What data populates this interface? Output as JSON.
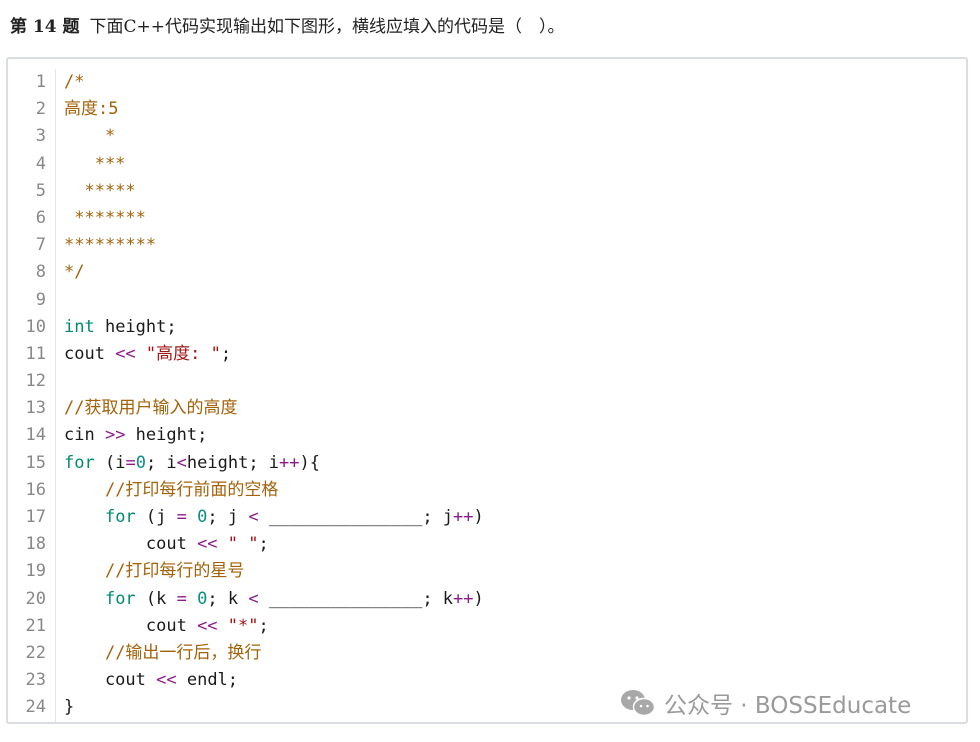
{
  "question": {
    "number": "第 14 题",
    "text": "下面C++代码实现输出如下图形，横线应填入的代码是（　）。"
  },
  "code_lines": [
    {
      "n": "1",
      "tokens": [
        {
          "t": "/*",
          "c": "comment"
        }
      ]
    },
    {
      "n": "2",
      "tokens": [
        {
          "t": "高度:5",
          "c": "comment"
        }
      ]
    },
    {
      "n": "3",
      "tokens": [
        {
          "t": "    *",
          "c": "comment"
        }
      ]
    },
    {
      "n": "4",
      "tokens": [
        {
          "t": "   ***",
          "c": "comment"
        }
      ]
    },
    {
      "n": "5",
      "tokens": [
        {
          "t": "  *****",
          "c": "comment"
        }
      ]
    },
    {
      "n": "6",
      "tokens": [
        {
          "t": " *******",
          "c": "comment"
        }
      ]
    },
    {
      "n": "7",
      "tokens": [
        {
          "t": "*********",
          "c": "comment"
        }
      ]
    },
    {
      "n": "8",
      "tokens": [
        {
          "t": "*/",
          "c": "comment"
        }
      ]
    },
    {
      "n": "9",
      "tokens": []
    },
    {
      "n": "10",
      "tokens": [
        {
          "t": "int",
          "c": "kw"
        },
        {
          "t": " height;",
          "c": ""
        }
      ]
    },
    {
      "n": "11",
      "tokens": [
        {
          "t": "cout ",
          "c": ""
        },
        {
          "t": "<<",
          "c": "op"
        },
        {
          "t": " ",
          "c": ""
        },
        {
          "t": "\"高度: \"",
          "c": "str"
        },
        {
          "t": ";",
          "c": ""
        }
      ]
    },
    {
      "n": "12",
      "tokens": []
    },
    {
      "n": "13",
      "tokens": [
        {
          "t": "//获取用户输入的高度",
          "c": "comment"
        }
      ]
    },
    {
      "n": "14",
      "tokens": [
        {
          "t": "cin ",
          "c": ""
        },
        {
          "t": ">>",
          "c": "op"
        },
        {
          "t": " height;",
          "c": ""
        }
      ]
    },
    {
      "n": "15",
      "tokens": [
        {
          "t": "for",
          "c": "kw"
        },
        {
          "t": " (i",
          "c": ""
        },
        {
          "t": "=",
          "c": "op"
        },
        {
          "t": "0",
          "c": "num"
        },
        {
          "t": "; i",
          "c": ""
        },
        {
          "t": "<",
          "c": "op"
        },
        {
          "t": "height; i",
          "c": ""
        },
        {
          "t": "++",
          "c": "op"
        },
        {
          "t": "){",
          "c": ""
        }
      ]
    },
    {
      "n": "16",
      "tokens": [
        {
          "t": "    ",
          "c": ""
        },
        {
          "t": "//打印每行前面的空格",
          "c": "comment"
        }
      ]
    },
    {
      "n": "17",
      "tokens": [
        {
          "t": "    ",
          "c": ""
        },
        {
          "t": "for",
          "c": "kw"
        },
        {
          "t": " (j ",
          "c": ""
        },
        {
          "t": "=",
          "c": "op"
        },
        {
          "t": " ",
          "c": ""
        },
        {
          "t": "0",
          "c": "num"
        },
        {
          "t": "; j ",
          "c": ""
        },
        {
          "t": "<",
          "c": "op"
        },
        {
          "t": " _______________; j",
          "c": ""
        },
        {
          "t": "++",
          "c": "op"
        },
        {
          "t": ")",
          "c": ""
        }
      ]
    },
    {
      "n": "18",
      "tokens": [
        {
          "t": "        cout ",
          "c": ""
        },
        {
          "t": "<<",
          "c": "op"
        },
        {
          "t": " ",
          "c": ""
        },
        {
          "t": "\" \"",
          "c": "str"
        },
        {
          "t": ";",
          "c": ""
        }
      ]
    },
    {
      "n": "19",
      "tokens": [
        {
          "t": "    ",
          "c": ""
        },
        {
          "t": "//打印每行的星号",
          "c": "comment"
        }
      ]
    },
    {
      "n": "20",
      "tokens": [
        {
          "t": "    ",
          "c": ""
        },
        {
          "t": "for",
          "c": "kw"
        },
        {
          "t": " (k ",
          "c": ""
        },
        {
          "t": "=",
          "c": "op"
        },
        {
          "t": " ",
          "c": ""
        },
        {
          "t": "0",
          "c": "num"
        },
        {
          "t": "; k ",
          "c": ""
        },
        {
          "t": "<",
          "c": "op"
        },
        {
          "t": " _______________; k",
          "c": ""
        },
        {
          "t": "++",
          "c": "op"
        },
        {
          "t": ")",
          "c": ""
        }
      ]
    },
    {
      "n": "21",
      "tokens": [
        {
          "t": "        cout ",
          "c": ""
        },
        {
          "t": "<<",
          "c": "op"
        },
        {
          "t": " ",
          "c": ""
        },
        {
          "t": "\"*\"",
          "c": "str"
        },
        {
          "t": ";",
          "c": ""
        }
      ]
    },
    {
      "n": "22",
      "tokens": [
        {
          "t": "    ",
          "c": ""
        },
        {
          "t": "//输出一行后，换行",
          "c": "comment"
        }
      ]
    },
    {
      "n": "23",
      "tokens": [
        {
          "t": "    cout ",
          "c": ""
        },
        {
          "t": "<<",
          "c": "op"
        },
        {
          "t": " endl;",
          "c": ""
        }
      ]
    },
    {
      "n": "24",
      "tokens": [
        {
          "t": "}",
          "c": ""
        }
      ]
    }
  ],
  "watermark": {
    "icon": "wechat-icon",
    "text": "公众号 · BOSSEducate"
  }
}
